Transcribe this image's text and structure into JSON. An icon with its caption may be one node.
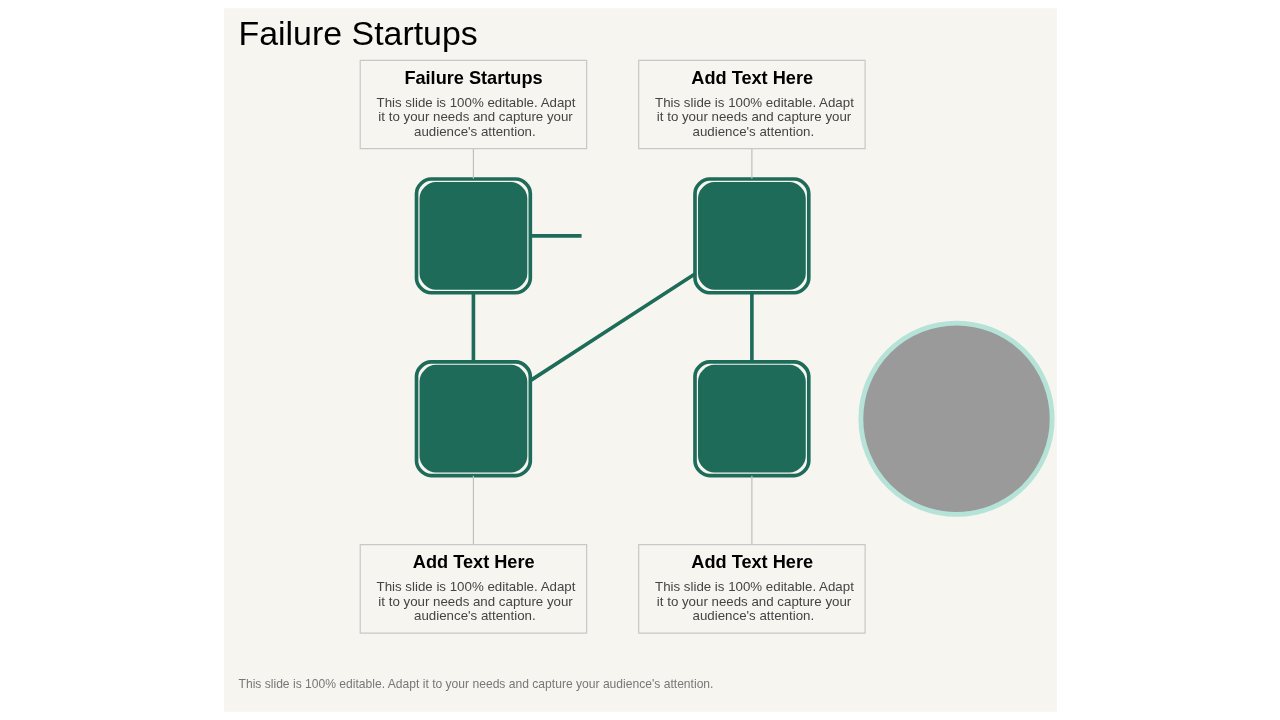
{
  "diagram": {
    "title": "Failure Startups",
    "caption": "This slide is 100% editable. Adapt it to your needs and capture your audience's attention.",
    "nodes": [
      {
        "text": [
          "Failure Startups",
          "This slide is 100% editable. Adapt it to your needs and capture your audience's attention."
        ]
      },
      {
        "text": [],
        "shape": "box"
      },
      {
        "text": [],
        "shape": "box"
      },
      {
        "text": [
          "Add Text Here",
          "This slide is 100% editable. Adapt it to your needs and capture your audience's attention."
        ]
      },
      {
        "text": [
          "Add Text Here",
          "This slide is 100% editable. Adapt it to your needs and capture your audience's attention."
        ]
      },
      {
        "text": [],
        "shape": "box"
      },
      {
        "text": [],
        "shape": "box"
      },
      {
        "text": [
          "Add Text Here",
          "This slide is 100% editable. Adapt it to your needs and capture your audience's attention."
        ]
      },
      {
        "text": [],
        "shape": "circle"
      }
    ],
    "edges": [
      {
        "from": 0,
        "to": 1,
        "arrow": "none",
        "color": "#bfbfbf"
      },
      {
        "from": 4,
        "to": 5,
        "arrow": "none",
        "color": "#bfbfbf"
      },
      {
        "from": 2,
        "to": 3,
        "arrow": "none",
        "color": "#bfbfbf"
      },
      {
        "from": 6,
        "to": 7,
        "arrow": "none",
        "color": "#bfbfbf"
      },
      {
        "from": null,
        "to": 1,
        "arrow": "none",
        "style": "thick",
        "color": "#1e6b5a"
      },
      {
        "from": 1,
        "to": 2,
        "arrow": "none",
        "style": "thick",
        "color": "#1e6b5a"
      },
      {
        "from": 2,
        "to": 5,
        "arrow": "none",
        "style": "thick",
        "color": "#1e6b5a"
      },
      {
        "from": 5,
        "to": 6,
        "arrow": "none",
        "style": "thick",
        "color": "#1e6b5a"
      }
    ]
  }
}
